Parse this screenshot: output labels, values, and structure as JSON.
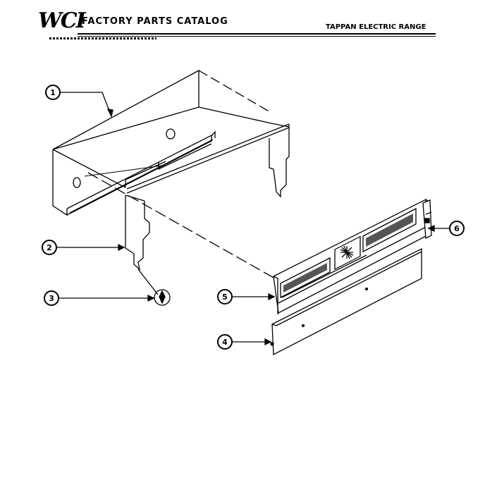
{
  "header": {
    "logo": "WCI",
    "catalog_title": "FACTORY PARTS CATALOG",
    "range_title": "TAPPAN ELECTRIC RANGE"
  },
  "callouts": [
    {
      "id": "callout-1",
      "number": "1"
    },
    {
      "id": "callout-2",
      "number": "2"
    },
    {
      "id": "callout-3",
      "number": "3"
    },
    {
      "id": "callout-4",
      "number": "4"
    },
    {
      "id": "callout-5",
      "number": "5"
    },
    {
      "id": "callout-6",
      "number": "6"
    }
  ]
}
